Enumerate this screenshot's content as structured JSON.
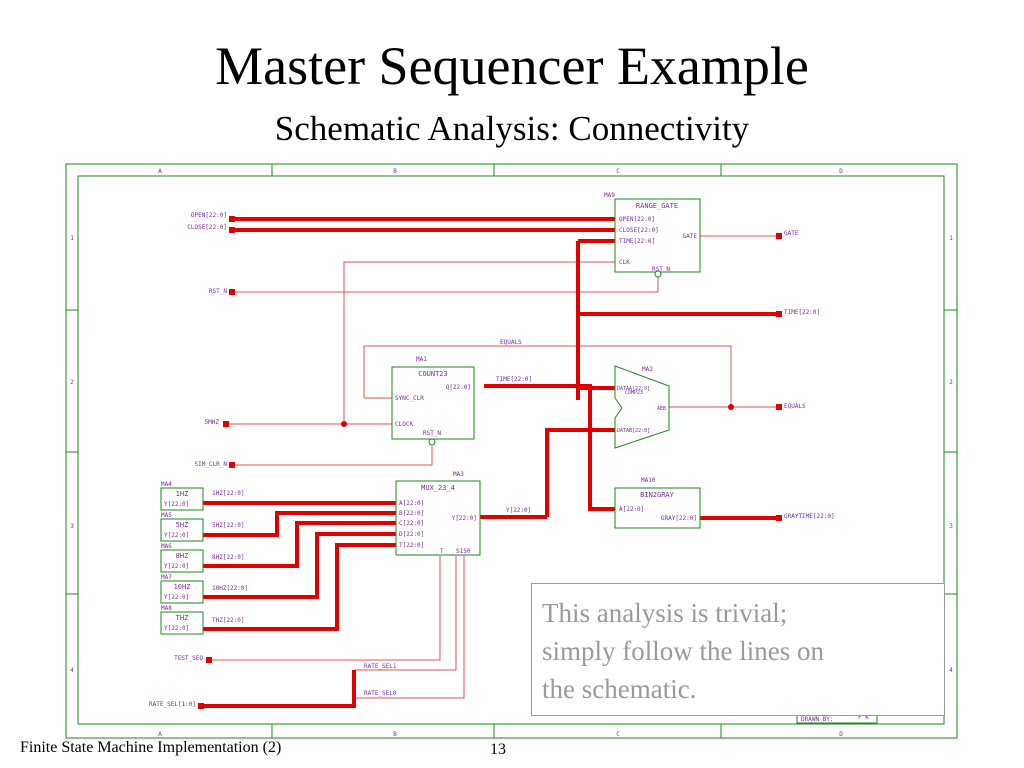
{
  "slide": {
    "title": "Master Sequencer Example",
    "subtitle": "Schematic Analysis: Connectivity",
    "footer_left": "Finite State Machine Implementation (2)",
    "page_number": "13"
  },
  "callout": {
    "lines": [
      "This analysis is trivial;",
      "simply follow the lines on",
      "the schematic."
    ]
  },
  "schematic": {
    "frame_cols": [
      "A",
      "B",
      "C",
      "D"
    ],
    "frame_rows": [
      "1",
      "2",
      "3",
      "4"
    ],
    "ports": {
      "open": "OPEN[22:0]",
      "close": "CLOSE[22:0]",
      "rst_n": "RST_N",
      "5mhz": "5MHZ",
      "sim_clr_n": "SIM_CLR_N",
      "test_seq": "TEST_SEQ",
      "rate_sel": "RATE_SEL[1:0]",
      "gate_out": "GATE",
      "time_out": "TIME[22:0]",
      "equals_out": "EQUALS",
      "graytime_out": "GRAYTIME[22:0]"
    },
    "nets": {
      "equals": "EQUALS",
      "time_mid": "TIME[22:0]",
      "y22": "Y[22:0]",
      "1hz": "1HZ[22:0]",
      "5hz": "5HZ[22:0]",
      "8hz": "8HZ[22:0]",
      "10hz": "10HZ[22:0]",
      "thz": "THZ[22:0]",
      "rate_sel1": "RATE_SEL1",
      "rate_sel0": "RATE_SEL0"
    },
    "blocks": {
      "range_gate": {
        "ref": "MA9",
        "name": "RANGE_GATE",
        "pins": [
          "OPEN[22:0]",
          "CLOSE[22:0]",
          "TIME[22:0]",
          "CLK"
        ],
        "out": "GATE",
        "bottom": "RST_N"
      },
      "count23": {
        "ref": "MA1",
        "name": "COUNT23",
        "out": "Q[22:0]",
        "pins": [
          "SYNC_CLR",
          "CLOCK"
        ],
        "bottom": "RST_N"
      },
      "comp23": {
        "ref": "MA2",
        "name": "COMP23",
        "pins": [
          "DATAA[22:0]",
          "DATAB[22:0]"
        ],
        "out": "AEB"
      },
      "mux": {
        "ref": "MA3",
        "name": "MUX_23_4",
        "pins": [
          "A[22:0]",
          "B[22:0]",
          "C[22:0]",
          "D[22:0]",
          "T[22:0]"
        ],
        "out": "Y[22:0]",
        "bottom_t": "T",
        "bottom_s": "S1S0"
      },
      "bin2gray": {
        "ref": "MA10",
        "name": "BIN2GRAY",
        "in": "A[22:0]",
        "out": "GRAY[22:0]"
      },
      "consts": [
        {
          "ref": "MA4",
          "name": "1HZ",
          "out": "Y[22:0]"
        },
        {
          "ref": "MA5",
          "name": "5HZ",
          "out": "Y[22:0]"
        },
        {
          "ref": "MA6",
          "name": "8HZ",
          "out": "Y[22:0]"
        },
        {
          "ref": "MA7",
          "name": "10HZ",
          "out": "Y[22:0]"
        },
        {
          "ref": "MA8",
          "name": "THZ",
          "out": "Y[22:0]"
        }
      ]
    },
    "drawn_by_label": "DRAWN BY:",
    "drawn_by_value": "F K",
    "colors": {
      "bus": "#e00000",
      "wire": "#e05050",
      "frame": "#1a8a1a",
      "block": "#1a8a1a",
      "text_pin": "#7a2a9a",
      "text_net": "#4a4a4a"
    }
  }
}
